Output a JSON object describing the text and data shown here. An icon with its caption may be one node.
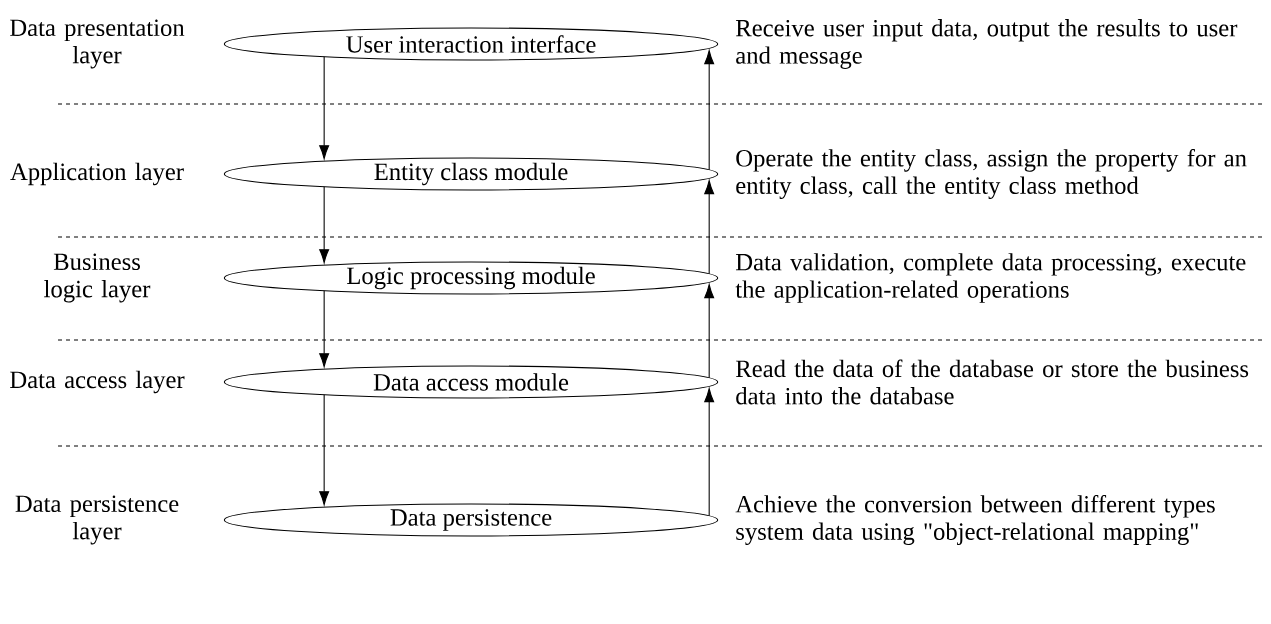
{
  "diagram": {
    "nodes": [
      {
        "text": [
          "User interaction interface"
        ]
      },
      {
        "text": [
          "Entity class module"
        ]
      },
      {
        "text": [
          "Logic processing module"
        ]
      },
      {
        "text": [
          "Data access module"
        ]
      },
      {
        "text": [
          "Data persistence"
        ]
      }
    ],
    "edges": [
      {
        "from": 0,
        "to": 1,
        "arrow": "to"
      },
      {
        "from": 1,
        "to": 0,
        "arrow": "to"
      },
      {
        "from": 1,
        "to": 2,
        "arrow": "to"
      },
      {
        "from": 2,
        "to": 1,
        "arrow": "to"
      },
      {
        "from": 2,
        "to": 3,
        "arrow": "to"
      },
      {
        "from": 3,
        "to": 2,
        "arrow": "to"
      },
      {
        "from": 3,
        "to": 4,
        "arrow": "to"
      },
      {
        "from": 4,
        "to": 3,
        "arrow": "to"
      }
    ],
    "labels": [
      "Data presentation layer",
      "Receive user input data, output the results to user and message",
      "Application layer",
      "Operate the entity class, assign the property for an entity class, call the entity class method",
      "Business logic layer",
      "Data validation, complete data processing, execute the application-related operations",
      "Data access layer",
      "Read the data of the database or store the business data into the database",
      "Data persistence layer",
      "Achieve the conversion between different types system data using \"object-relational mapping\""
    ]
  }
}
